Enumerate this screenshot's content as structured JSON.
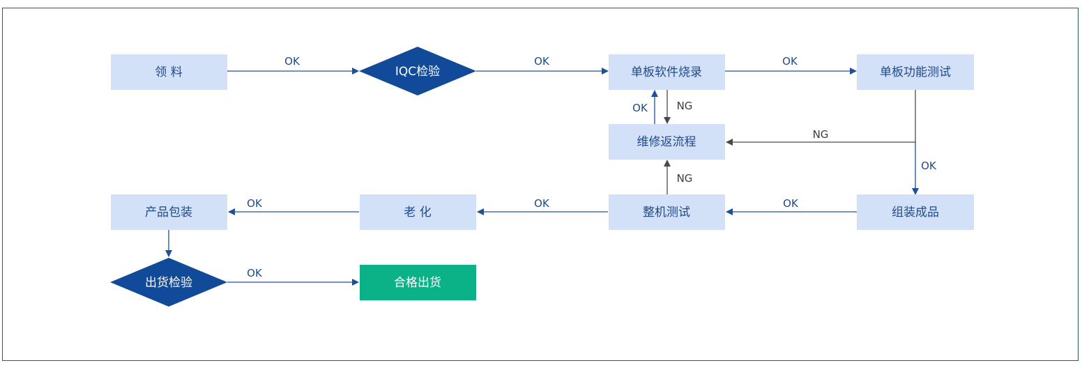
{
  "colors": {
    "box_fill": "#d3e1f8",
    "diamond_fill": "#114a98",
    "final_fill": "#0cb287",
    "box_text": "#1f4a8a",
    "ok_line": "#1e4f9c",
    "ng_line": "#4a4a4a",
    "frame": "#2d5c5c"
  },
  "nodes": {
    "lingliao": "领 料",
    "iqc": "IQC检验",
    "burn": "单板软件烧录",
    "func_test": "单板功能测试",
    "repair": "维修返流程",
    "assembly": "组装成品",
    "system_test": "整机测试",
    "aging": "老 化",
    "packaging": "产品包装",
    "ship_inspect": "出货检验",
    "qualified_ship": "合格出货"
  },
  "edges": {
    "lingliao_to_iqc": "OK",
    "iqc_to_burn": "OK",
    "burn_to_func": "OK",
    "burn_to_repair": "NG",
    "repair_to_burn": "OK",
    "func_to_repair": "NG",
    "func_to_assembly": "OK",
    "assembly_to_system": "OK",
    "system_to_repair": "NG",
    "system_to_aging": "OK",
    "aging_to_packaging": "OK",
    "inspect_to_ship": "OK"
  }
}
